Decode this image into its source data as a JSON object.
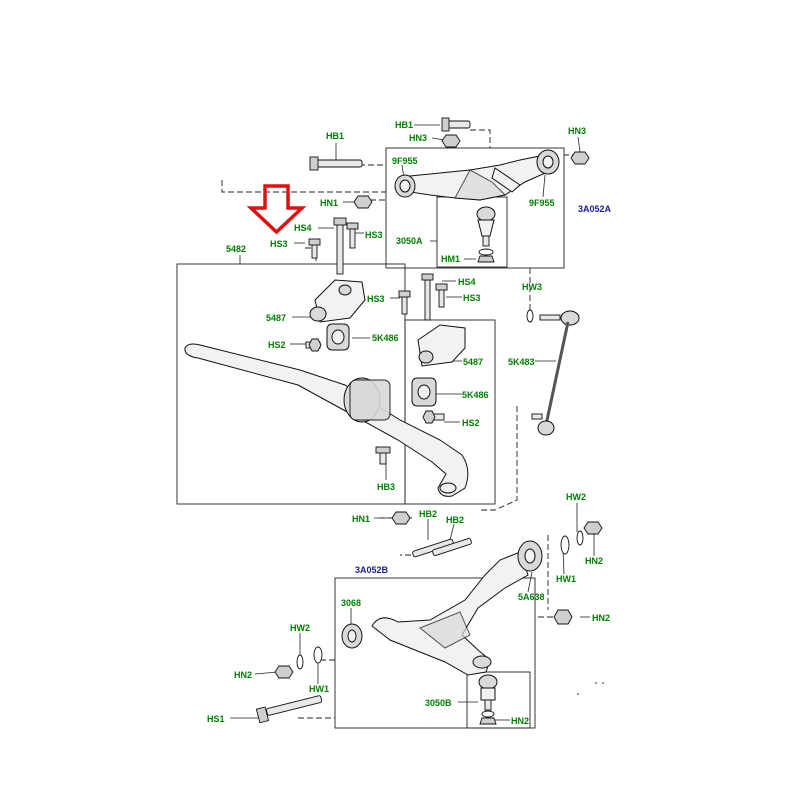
{
  "callouts": {
    "hb1_left": "HB1",
    "hb1_top": "HB1",
    "hn3_top": "HN3",
    "hn3_right": "HN3",
    "p9f955_left": "9F955",
    "p9f955_right": "9F955",
    "p3a052a": "3A052A",
    "hn1_top": "HN1",
    "hs4_left": "HS4",
    "hs3_top": "HS3",
    "hs3_left": "HS3",
    "p3050a": "3050A",
    "hm1": "HM1",
    "p5482": "5482",
    "hs4_mid": "HS4",
    "hs3_mid_left": "HS3",
    "hs3_mid_right": "HS3",
    "hw3": "HW3",
    "p5487_left": "5487",
    "p5k486_top": "5K486",
    "hs2_left": "HS2",
    "p5487_right": "5487",
    "p5k483": "5K483",
    "p5k486_right": "5K486",
    "hs2_right": "HS2",
    "hb3": "HB3",
    "hw2_right": "HW2",
    "hn1_bottom": "HN1",
    "hb2_left": "HB2",
    "hb2_right": "HB2",
    "hn2_right_top": "HN2",
    "p3a052b": "3A052B",
    "hw1_right": "HW1",
    "p5a638": "5A638",
    "p3068": "3068",
    "hn2_right_mid": "HN2",
    "hw2_left": "HW2",
    "hn2_left": "HN2",
    "hw1_left": "HW1",
    "p3050b": "3050B",
    "hn2_bottom": "HN2",
    "hs1": "HS1"
  },
  "colors": {
    "label_green": "#008000",
    "label_blue": "#1a1aa0",
    "arrow_red": "#e01010",
    "line": "#222222"
  },
  "pointer": "red-down-arrow-icon"
}
